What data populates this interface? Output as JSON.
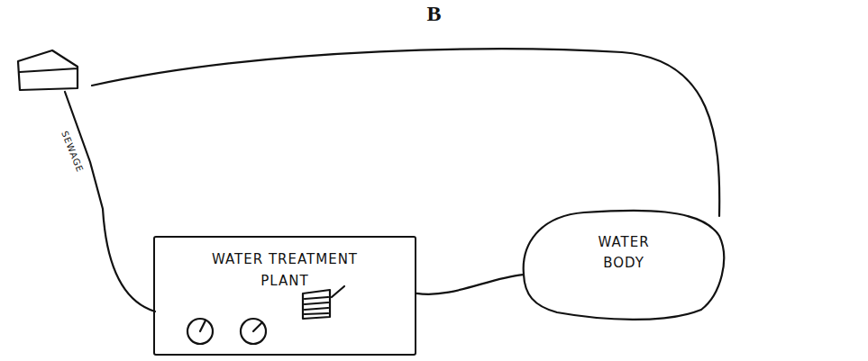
{
  "diagram": {
    "title": "B",
    "nodes": [
      {
        "text": [
          "WATER TREATMENT PLANT"
        ]
      },
      {
        "text": [
          "WATER BODY"
        ]
      }
    ],
    "edges": [
      {
        "from": 0,
        "to": 1,
        "arrow": "none"
      }
    ],
    "labels": [
      "SEWAGE"
    ]
  }
}
